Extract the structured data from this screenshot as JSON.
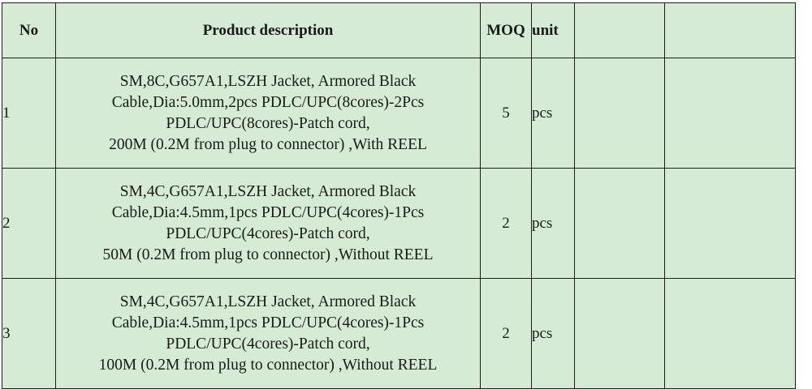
{
  "table": {
    "headers": {
      "no": "No",
      "description": "Product description",
      "moq": "MOQ",
      "unit": "unit",
      "extra1": "",
      "extra2": ""
    },
    "rows": [
      {
        "no": "1",
        "description_lines": [
          "SM,8C,G657A1,LSZH Jacket, Armored Black",
          "Cable,Dia:5.0mm,2pcs PDLC/UPC(8cores)-2Pcs",
          "PDLC/UPC(8cores)-Patch cord,",
          "200M (0.2M from plug to connector) ,With REEL"
        ],
        "moq": "5",
        "unit": "pcs",
        "extra1": "",
        "extra2": ""
      },
      {
        "no": "2",
        "description_lines": [
          "SM,4C,G657A1,LSZH Jacket, Armored Black",
          "Cable,Dia:4.5mm,1pcs PDLC/UPC(4cores)-1Pcs",
          "PDLC/UPC(4cores)-Patch cord,",
          "50M (0.2M from plug to connector) ,Without  REEL"
        ],
        "moq": "2",
        "unit": "pcs",
        "extra1": "",
        "extra2": ""
      },
      {
        "no": "3",
        "description_lines": [
          "SM,4C,G657A1,LSZH Jacket, Armored Black",
          "Cable,Dia:4.5mm,1pcs PDLC/UPC(4cores)-1Pcs",
          "PDLC/UPC(4cores)-Patch cord,",
          "100M (0.2M from plug to connector) ,Without  REEL"
        ],
        "moq": "2",
        "unit": "pcs",
        "extra1": "",
        "extra2": ""
      }
    ]
  },
  "colors": {
    "cell_background": "#d5ebd4",
    "border": "#1c1c1c",
    "text": "#1a1a1a"
  }
}
